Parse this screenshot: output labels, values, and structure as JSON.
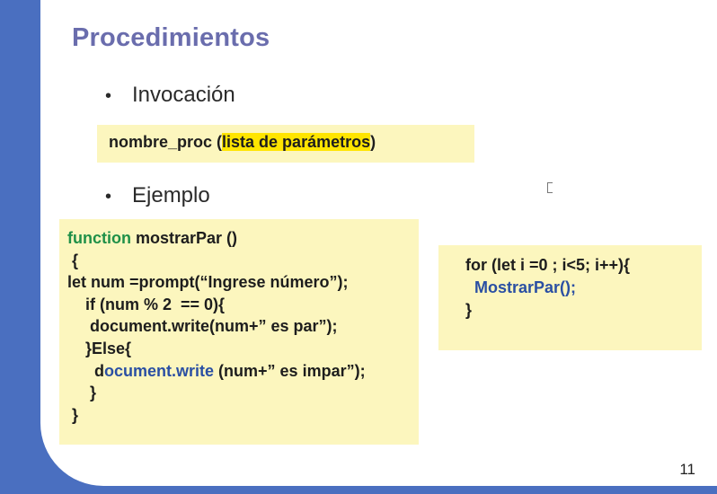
{
  "slide": {
    "title": "Procedimientos",
    "bullets": [
      {
        "text": "Invocación"
      },
      {
        "text": "Ejemplo"
      }
    ],
    "syntax": {
      "before": "nombre_proc (",
      "highlighted": "lista de parámetros",
      "after": ")"
    },
    "code_left": {
      "l1_kw": "function",
      "l1_rest": " mostrarPar ()",
      "l2": " {",
      "l3": "let num =prompt(“Ingrese número”);",
      "l4": "    if (num % 2  == 0){",
      "l5": "     document.write(num+” es par”);",
      "l6": "    }Else{",
      "l7_d": "      d",
      "l7_kw": "ocument.write",
      "l7_rest": " (num+” es impar”);",
      "l8": "     }",
      "l9": " }"
    },
    "code_right": {
      "l1": "for (let i =0 ; i<5; i++){",
      "l2_kw": "  MostrarPar();",
      "l3": "}"
    },
    "page_number": "11"
  },
  "colors": {
    "frame": "#4a6fc0",
    "title": "#6a6dad",
    "box": "#fcf6be",
    "highlight": "#ffe500",
    "keyword_green": "#1f9048",
    "keyword_blue": "#2a4fa3"
  }
}
